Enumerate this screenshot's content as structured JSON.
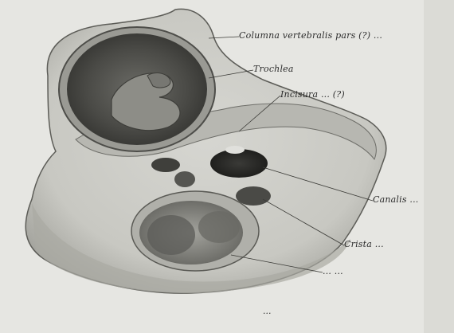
{
  "labels": {
    "l1": "Columna vertebralis pars (?) ...",
    "l2": "Trochlea",
    "l3": "Incisura ... (?)",
    "l4": "Canalis ...",
    "l5": "Crista ...",
    "l6": "... ..."
  },
  "caption": "..."
}
